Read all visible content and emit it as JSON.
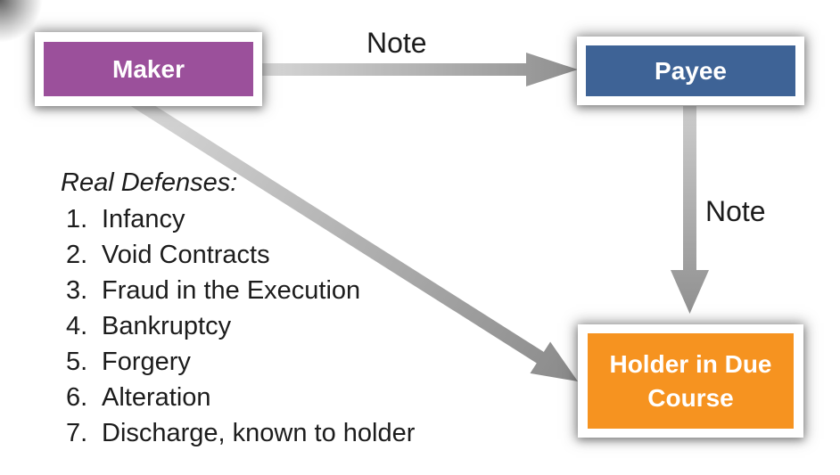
{
  "nodes": {
    "maker": {
      "label": "Maker"
    },
    "payee": {
      "label": "Payee"
    },
    "holder": {
      "label": "Holder in Due Course"
    }
  },
  "edges": {
    "maker_to_payee": {
      "label": "Note"
    },
    "payee_to_holder": {
      "label": "Note"
    },
    "maker_to_holder": {
      "label": ""
    }
  },
  "defenses": {
    "title": "Real Defenses:",
    "items": [
      {
        "num": "1.",
        "text": "Infancy"
      },
      {
        "num": "2.",
        "text": "Void Contracts"
      },
      {
        "num": "3.",
        "text": "Fraud in the Execution"
      },
      {
        "num": "4.",
        "text": "Bankruptcy"
      },
      {
        "num": "5.",
        "text": "Forgery"
      },
      {
        "num": "6.",
        "text": "Alteration"
      },
      {
        "num": "7.",
        "text": "Discharge, known to holder"
      }
    ]
  },
  "colors": {
    "maker": "#9b509b",
    "payee": "#3e6396",
    "holder": "#f69320",
    "arrow_light": "#d6d6d6",
    "arrow_dark": "#8f8f8f",
    "text": "#1c1c1c"
  }
}
